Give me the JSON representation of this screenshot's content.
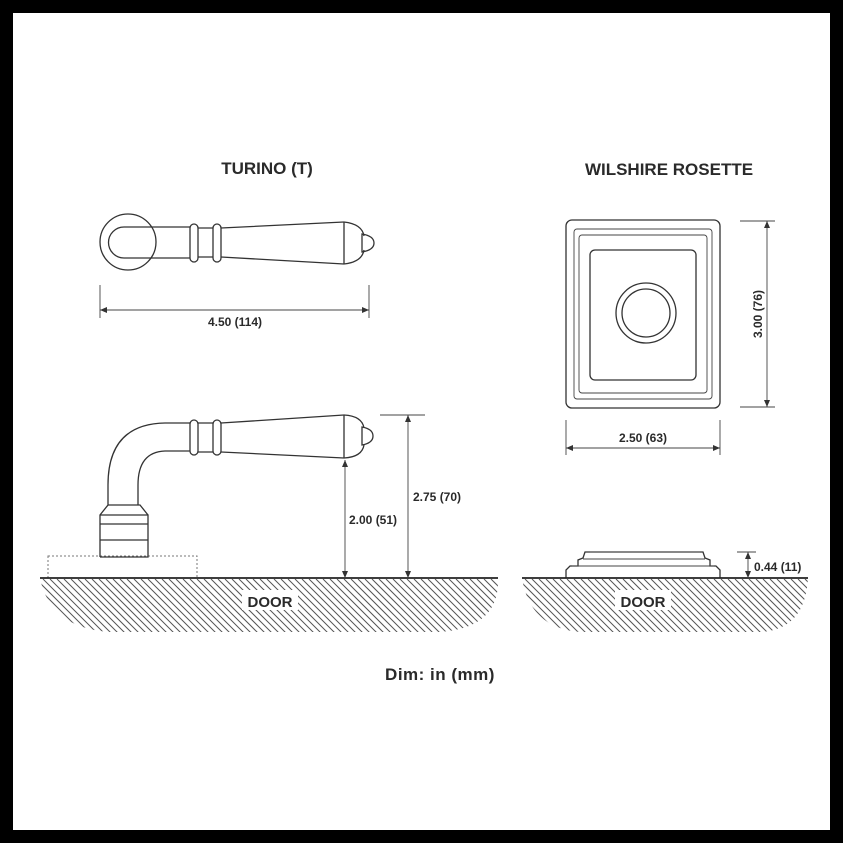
{
  "turino": {
    "title": "TURINO (T)",
    "length_label": "4.50 (114)",
    "height_lever_label": "2.00 (51)",
    "height_total_label": "2.75 (70)",
    "door_label": "DOOR"
  },
  "rosette": {
    "title": "WILSHIRE ROSETTE",
    "height_label": "3.00 (76)",
    "width_label": "2.50 (63)",
    "projection_label": "0.44 (11)",
    "door_label": "DOOR"
  },
  "units_label": "Dim: in (mm)"
}
